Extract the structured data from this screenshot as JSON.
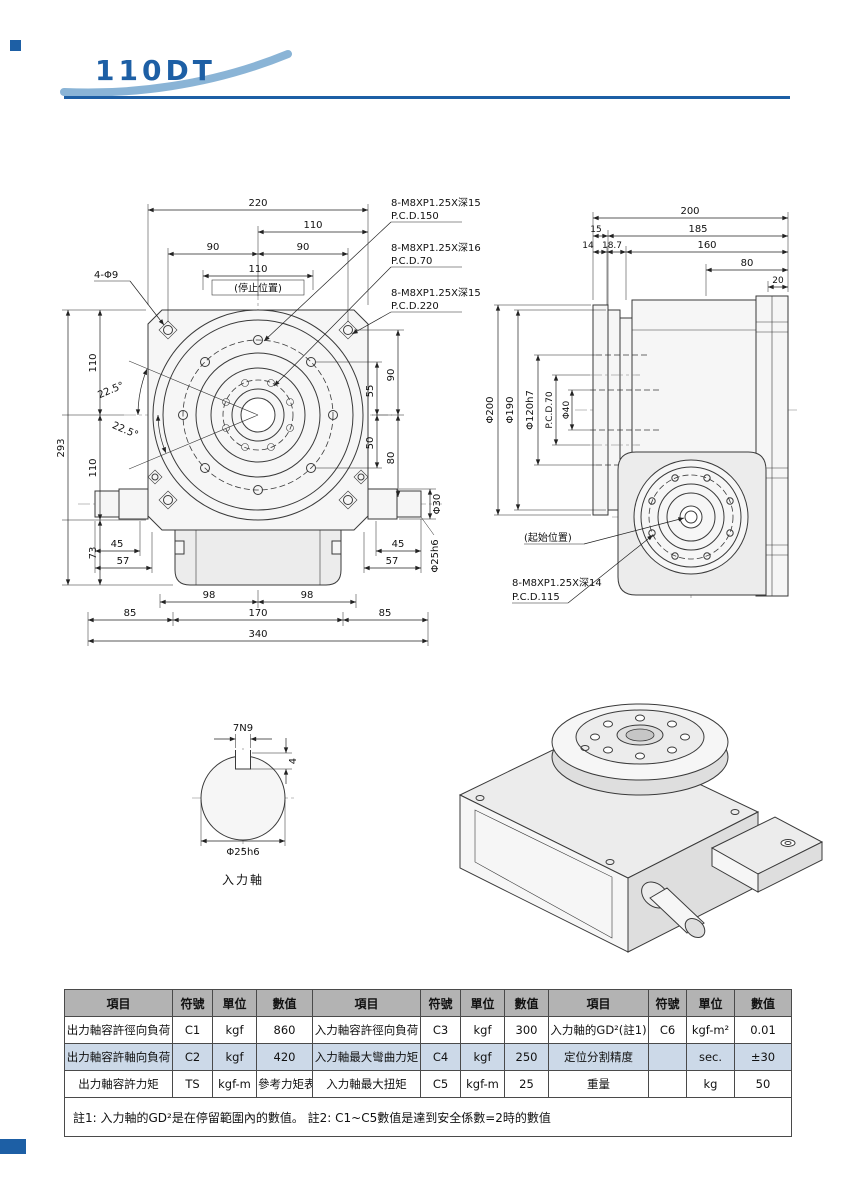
{
  "window": {
    "title": "110DT"
  },
  "colors": {
    "accent_blue": "#1d5fa5",
    "swoosh_blue": "#8ab4d6",
    "table_header_bg": "#b3b3b3",
    "table_alt_row_bg": "#ccd9e8"
  },
  "front_view": {
    "labels": {
      "dim_220": "220",
      "dim_110_top": "110",
      "dim_90_left": "90",
      "dim_90_right": "90",
      "dim_110_stop": "110",
      "stop_position": "(停止位置)",
      "corner_holes": "4-Φ9",
      "angle_upper": "22.5°",
      "angle_lower": "22.5°",
      "dim_293": "293",
      "dim_110_upper": "110",
      "dim_110_lower": "110",
      "dim_73": "73",
      "dim_90_vert": "90",
      "dim_55": "55",
      "dim_50": "50",
      "dim_80": "80",
      "dim_45_left": "45",
      "dim_57_left": "57",
      "dim_45_right": "45",
      "dim_57_right": "57",
      "dim_98_left": "98",
      "dim_98_right": "98",
      "dim_85_left": "85",
      "dim_170": "170",
      "dim_85_right": "85",
      "dim_340": "340",
      "dia_30": "Φ30",
      "dia_25h6": "Φ25h6",
      "callout1_line1": "8-M8XP1.25X深15",
      "callout1_line2": "P.C.D.150",
      "callout2_line1": "8-M8XP1.25X深16",
      "callout2_line2": "P.C.D.70",
      "callout3_line1": "8-M8XP1.25X深15",
      "callout3_line2": "P.C.D.220"
    }
  },
  "side_view": {
    "labels": {
      "dim_200": "200",
      "dim_15": "15",
      "dim_185": "185",
      "dim_14": "14",
      "dim_18_7": "18.7",
      "dim_160": "160",
      "dim_80": "80",
      "dim_20": "20",
      "dia_200": "Φ200",
      "dia_190": "Φ190",
      "dia_120h7": "Φ120h7",
      "pcd_70": "P.C.D.70",
      "dia_40": "Φ40",
      "start_position": "(起始位置)",
      "bolt_callout_line1": "8-M8XP1.25X深14",
      "bolt_callout_line2": "P.C.D.115"
    }
  },
  "input_shaft_detail": {
    "labels": {
      "keyway_width": "7N9",
      "keyway_depth": "4",
      "shaft_dia": "Φ25h6",
      "caption": "入力軸"
    }
  },
  "spec_table": {
    "headers": [
      "項目",
      "符號",
      "單位",
      "數值",
      "項目",
      "符號",
      "單位",
      "數值",
      "項目",
      "符號",
      "單位",
      "數值"
    ],
    "rows": [
      [
        "出力軸容許徑向負荷",
        "C1",
        "kgf",
        "860",
        "入力軸容許徑向負荷",
        "C3",
        "kgf",
        "300",
        "入力軸的GD²(註1)",
        "C6",
        "kgf-m²",
        "0.01"
      ],
      [
        "出力軸容許軸向負荷",
        "C2",
        "kgf",
        "420",
        "入力軸最大彎曲力矩",
        "C4",
        "kgf",
        "250",
        "定位分割精度",
        "",
        "sec.",
        "±30"
      ],
      [
        "出力軸容許力矩",
        "TS",
        "kgf-m",
        "參考力矩表",
        "入力軸最大扭矩",
        "C5",
        "kgf-m",
        "25",
        "重量",
        "",
        "kg",
        "50"
      ]
    ],
    "note": "註1: 入力軸的GD²是在停留範圍內的數值。 註2: C1~C5數值是達到安全係數=2時的數值"
  }
}
